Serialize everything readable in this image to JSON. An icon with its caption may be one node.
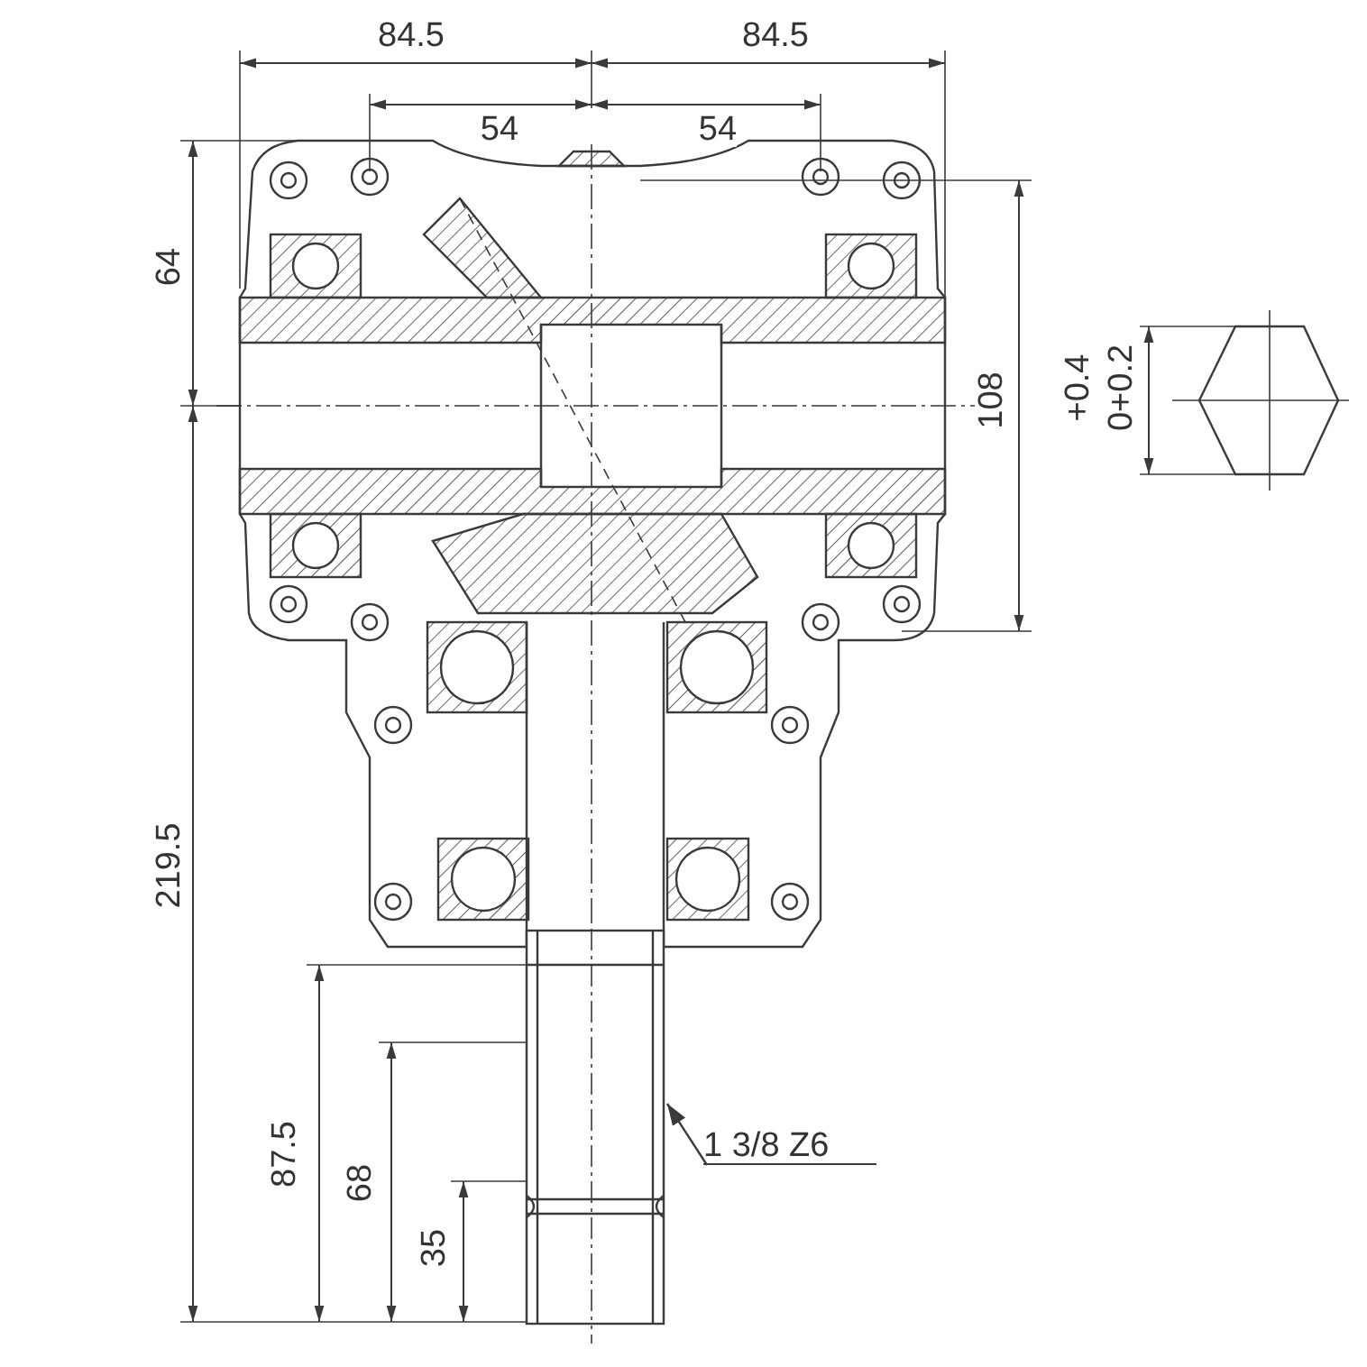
{
  "diagram": {
    "nodes": [
      {
        "text": [
          "1 3/8 Z6"
        ]
      },
      {
        "text": [],
        "shape": "picture"
      }
    ],
    "edges": [
      {
        "from": 0,
        "to": 1,
        "arrow": "to"
      }
    ],
    "labels": [
      "84.5",
      "84.5",
      "54",
      "54",
      "64",
      "108",
      "+0.4",
      "0+0.2",
      "219.5",
      "87.5",
      "68",
      "35"
    ]
  }
}
